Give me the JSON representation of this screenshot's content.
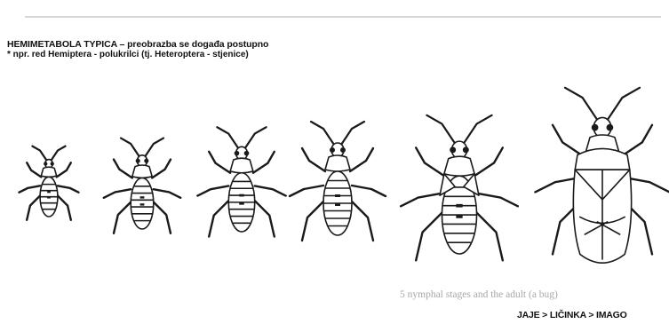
{
  "header": {
    "title": "HEMIMETABOLA TYPICA – preobrazba se događa postupno",
    "subtitle": "* npr. red Hemiptera - polukrilci (tj. Heteroptera - stjenice)"
  },
  "figure": {
    "insects": [
      {
        "label": "",
        "kind": "nymph",
        "segments": 5
      },
      {
        "label": "",
        "kind": "nymph",
        "segments": 6
      },
      {
        "label": "",
        "kind": "nymph",
        "segments": 7
      },
      {
        "label": "",
        "kind": "nymph",
        "segments": 7
      },
      {
        "label": "",
        "kind": "nymph-wingpads",
        "segments": 7
      },
      {
        "label": "",
        "kind": "adult",
        "segments": 0
      }
    ],
    "stroke_color": "#1a1a1a"
  },
  "footer": {
    "caption": "5 nymphal stages and the adult (a bug)",
    "stages": "JAJE > LIČINKA  > IMAGO"
  }
}
